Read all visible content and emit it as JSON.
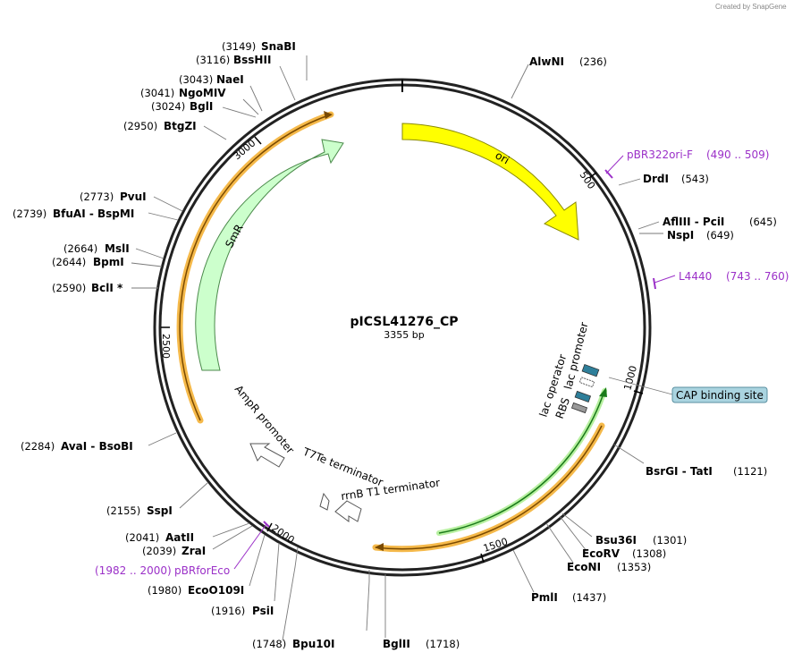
{
  "watermark": "Created by SnapGene",
  "plasmid": {
    "name": "pICSL41276_CP",
    "length_label": "3355 bp"
  },
  "ticks": [
    "500",
    "1000",
    "1500",
    "2000",
    "2500",
    "3000"
  ],
  "features": [
    {
      "name": "ori",
      "color": "#ffff00"
    },
    {
      "name": "SmR",
      "color": "#ccffcc"
    },
    {
      "name": "AmpR promoter"
    },
    {
      "name": "T7Te terminator"
    },
    {
      "name": "rrnB T1 terminator"
    },
    {
      "name": "lac operator"
    },
    {
      "name": "lac promoter"
    },
    {
      "name": "RBS"
    }
  ],
  "cap_site": "CAP binding site",
  "enzymes": [
    {
      "name": "SnaBI",
      "pos": "(3149)"
    },
    {
      "name": "BssHII",
      "pos": "(3116)"
    },
    {
      "name": "NaeI",
      "pos": "(3043)"
    },
    {
      "name": "NgoMIV",
      "pos": "(3041)"
    },
    {
      "name": "BglI",
      "pos": "(3024)"
    },
    {
      "name": "BtgZI",
      "pos": "(2950)"
    },
    {
      "name": "PvuI",
      "pos": "(2773)"
    },
    {
      "name": "BfuAI  - BspMI",
      "pos": "(2739)"
    },
    {
      "name": "MslI",
      "pos": "(2664)"
    },
    {
      "name": "BpmI",
      "pos": "(2644)"
    },
    {
      "name": "BclI *",
      "pos": "(2590)"
    },
    {
      "name": "AvaI  - BsoBI",
      "pos": "(2284)"
    },
    {
      "name": "SspI",
      "pos": "(2155)"
    },
    {
      "name": "AatII",
      "pos": "(2041)"
    },
    {
      "name": "ZraI",
      "pos": "(2039)"
    },
    {
      "name": "EcoO109I",
      "pos": "(1980)"
    },
    {
      "name": "PsiI",
      "pos": "(1916)"
    },
    {
      "name": "Bpu10I",
      "pos": "(1748)"
    },
    {
      "name": "BglII",
      "pos": "(1718)"
    },
    {
      "name": "PmlI",
      "pos": "(1437)"
    },
    {
      "name": "EcoNI",
      "pos": "(1353)"
    },
    {
      "name": "EcoRV",
      "pos": "(1308)"
    },
    {
      "name": "Bsu36I",
      "pos": "(1301)"
    },
    {
      "name": "BsrGI  - TatI",
      "pos": "(1121)"
    },
    {
      "name": "NspI",
      "pos": "(649)"
    },
    {
      "name": "AflIII  - PciI",
      "pos": "(645)"
    },
    {
      "name": "DrdI",
      "pos": "(543)"
    },
    {
      "name": "AlwNI",
      "pos": "(236)"
    }
  ],
  "primers": [
    {
      "name": "pBR322ori-F",
      "range": "(490 .. 509)"
    },
    {
      "name": "L4440",
      "range": "(743 .. 760)"
    },
    {
      "name": "pBRforEco",
      "range": "(1982 .. 2000)"
    }
  ]
}
